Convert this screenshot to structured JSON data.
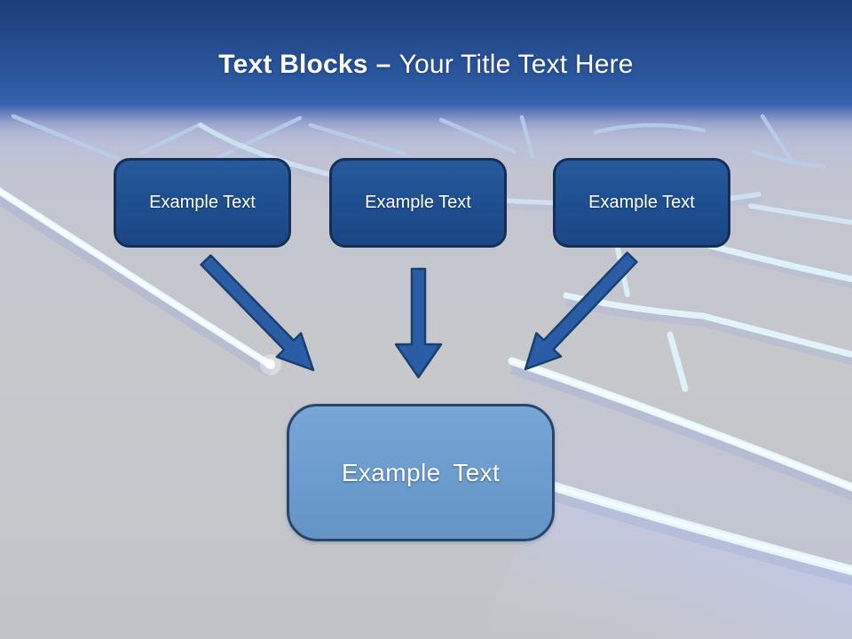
{
  "slide": {
    "title": {
      "bold": "Text Blocks",
      "separator": "–",
      "rest": "Your Title Text Here"
    },
    "blocks": {
      "top": [
        {
          "label": "Example Text"
        },
        {
          "label": "Example Text"
        },
        {
          "label": "Example Text"
        }
      ],
      "bottom": {
        "label": "Example Text"
      }
    },
    "colors": {
      "header_blue": "#2d5ba6",
      "block_fill": "#1f5090",
      "block_border": "#142e55",
      "bottom_block_fill": "#6f9dcc",
      "bottom_block_border": "#27466b",
      "arrow_fill": "#2b5ca6",
      "arrow_outline": "#17406f",
      "maze_line": "#e8f7fc",
      "background_gray": "#c6c8cc",
      "title_color": "#ffffff"
    }
  }
}
